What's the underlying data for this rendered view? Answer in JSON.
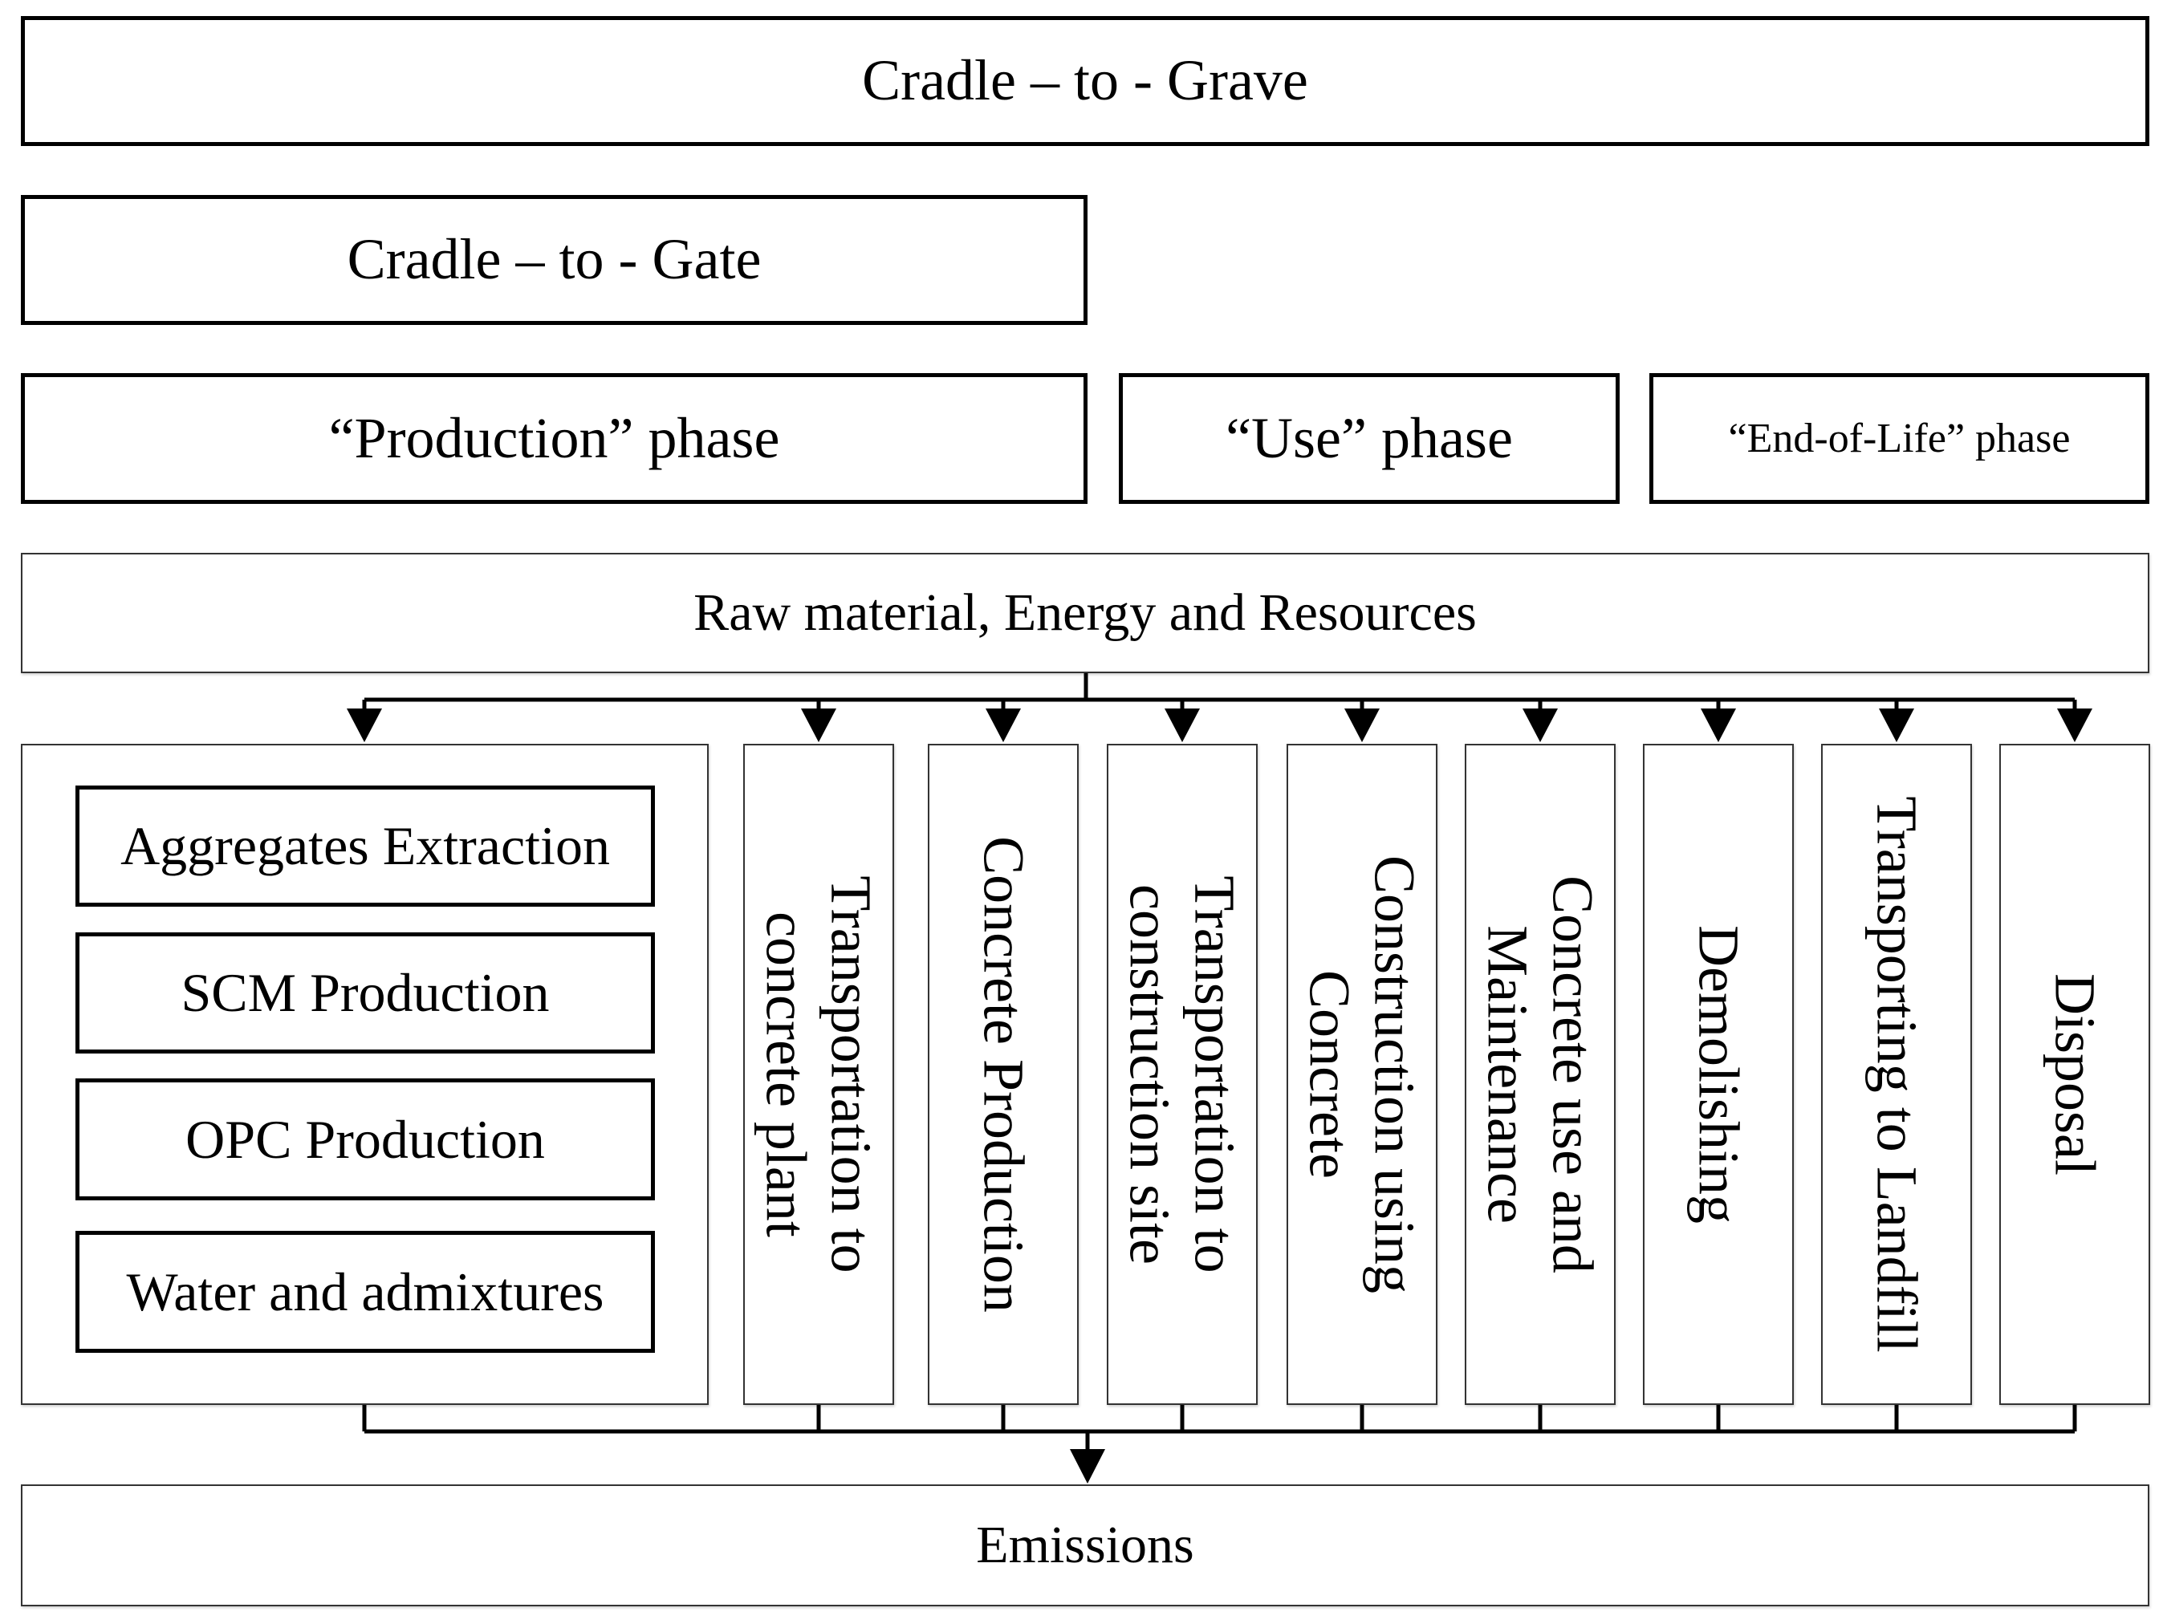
{
  "scopes": {
    "cradle_to_grave": "Cradle – to - Grave",
    "cradle_to_gate": "Cradle – to - Gate"
  },
  "phases": {
    "production": "“Production” phase",
    "use": "“Use” phase",
    "end_of_life": "“End-of-Life” phase"
  },
  "inputs": "Raw material, Energy and Resources",
  "production_items": [
    "Aggregates Extraction",
    "SCM Production",
    "OPC Production",
    "Water and admixtures"
  ],
  "stages": [
    [
      "Transportation to",
      "concrete plant"
    ],
    [
      "Concrete Production"
    ],
    [
      "Transportation to",
      "construction site"
    ],
    [
      "Construction using",
      "Concrete"
    ],
    [
      "Concrete use and",
      "Maintenance"
    ],
    [
      "Demolishing"
    ],
    [
      "Transporting to Landfill"
    ],
    [
      "Disposal"
    ]
  ],
  "output": "Emissions"
}
